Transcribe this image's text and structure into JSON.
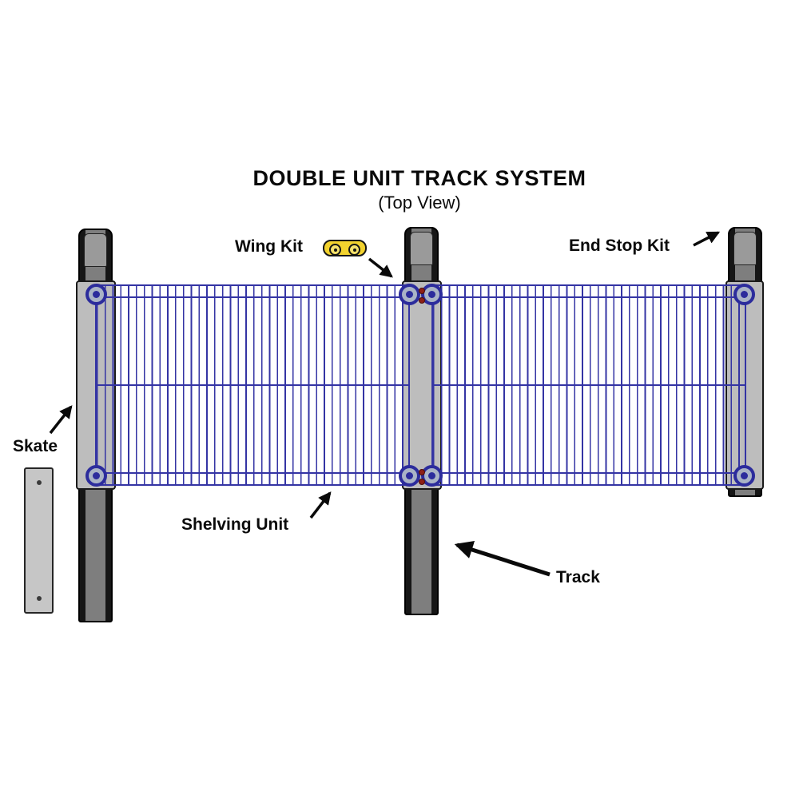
{
  "diagram": {
    "title": "DOUBLE UNIT TRACK SYSTEM",
    "subtitle": "(Top View)",
    "labels": {
      "wing_kit": "Wing Kit",
      "end_stop_kit": "End Stop Kit",
      "skate": "Skate",
      "shelving_unit": "Shelving Unit",
      "track": "Track"
    },
    "colors": {
      "wire_blue": "#3434a4",
      "collar_blue": "#2c2c9c",
      "wing_kit_yellow": "#f2d22e",
      "track_gray": "#7e7e7e",
      "track_edge_black": "#161616",
      "plate_gray": "#bdbdbd",
      "skate_gray": "#c6c6c6",
      "red_dot": "#8d1f16",
      "label_color": "#0a0a0a",
      "background": "#ffffff"
    }
  }
}
